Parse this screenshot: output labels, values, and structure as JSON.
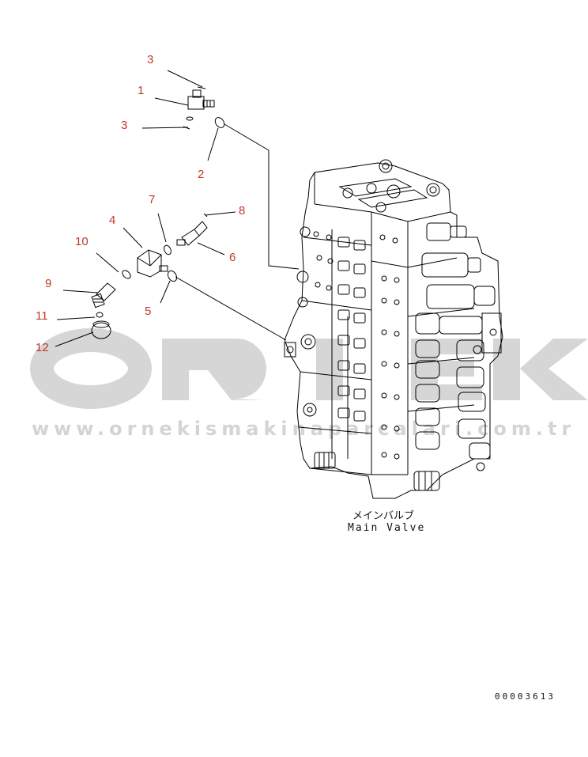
{
  "parts": [
    {
      "id": "callout-3-top",
      "label": "3"
    },
    {
      "id": "callout-1",
      "label": "1"
    },
    {
      "id": "callout-3-mid",
      "label": "3"
    },
    {
      "id": "callout-2",
      "label": "2"
    },
    {
      "id": "callout-7",
      "label": "7"
    },
    {
      "id": "callout-8",
      "label": "8"
    },
    {
      "id": "callout-4",
      "label": "4"
    },
    {
      "id": "callout-10",
      "label": "10"
    },
    {
      "id": "callout-6",
      "label": "6"
    },
    {
      "id": "callout-9",
      "label": "9"
    },
    {
      "id": "callout-5",
      "label": "5"
    },
    {
      "id": "callout-11",
      "label": "11"
    },
    {
      "id": "callout-12",
      "label": "12"
    }
  ],
  "main_valve": {
    "label_jp": "メインバルブ",
    "label_en": "Main Valve"
  },
  "drawing_number": "00003613",
  "watermark": {
    "brand": "ORNEK",
    "url": "www.ornekismakinaparcalari.com.tr"
  },
  "colors": {
    "callout": "#c0392b",
    "line": "#000000",
    "watermark": "#d4d4d4"
  }
}
